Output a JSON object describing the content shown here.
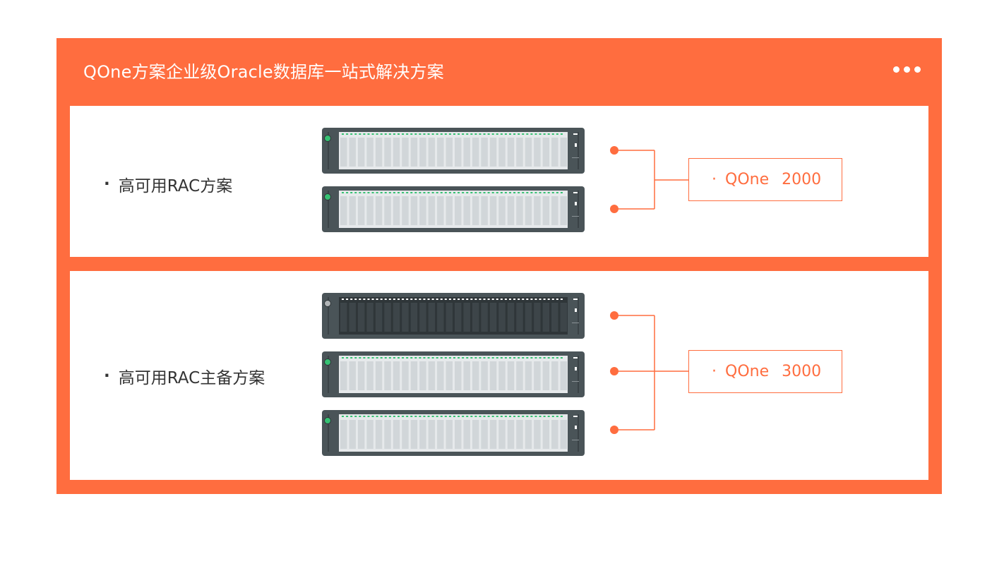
{
  "header": {
    "title": "QOne方案企业级Oracle数据库一站式解决方案",
    "more_icon": "ellipsis-icon"
  },
  "colors": {
    "accent": "#ff6d3f",
    "server_body": "#4a5458",
    "drive": "#d1d6d9",
    "drive_dark": "#3d4549",
    "led_active": "#36c173",
    "led_idle": "#b0b4b6"
  },
  "schemes": [
    {
      "bullet": "·",
      "label": "高可用RAC方案",
      "product_bullet": "·",
      "product_name": "QOne",
      "product_model": "2000",
      "servers": [
        "active",
        "active"
      ]
    },
    {
      "bullet": "·",
      "label": "高可用RAC主备方案",
      "product_bullet": "·",
      "product_name": "QOne",
      "product_model": "3000",
      "servers": [
        "standby",
        "active",
        "active"
      ]
    }
  ]
}
